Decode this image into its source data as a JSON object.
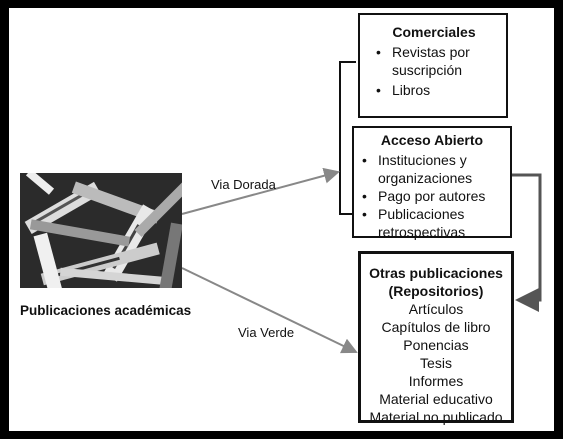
{
  "publications_label": "Publicaciones académicas",
  "routes": {
    "gold": "Via Dorada",
    "green": "Via Verde"
  },
  "comerciales": {
    "title": "Comerciales",
    "items": [
      "Revistas por suscripción",
      "Libros"
    ]
  },
  "acceso_abierto": {
    "title": "Acceso Abierto",
    "items": [
      "Instituciones y organizaciones",
      "Pago por autores",
      "Publicaciones retrospectivas"
    ]
  },
  "otras": {
    "title": "Otras publicaciones (Repositorios)",
    "items": [
      "Artículos",
      "Capítulos de libro",
      "Ponencias",
      "Tesis",
      "Informes",
      "Material educativo",
      "Material no publicado"
    ]
  },
  "colors": {
    "arrow": "#888888",
    "bracket": "#111111",
    "connector": "#555555"
  }
}
